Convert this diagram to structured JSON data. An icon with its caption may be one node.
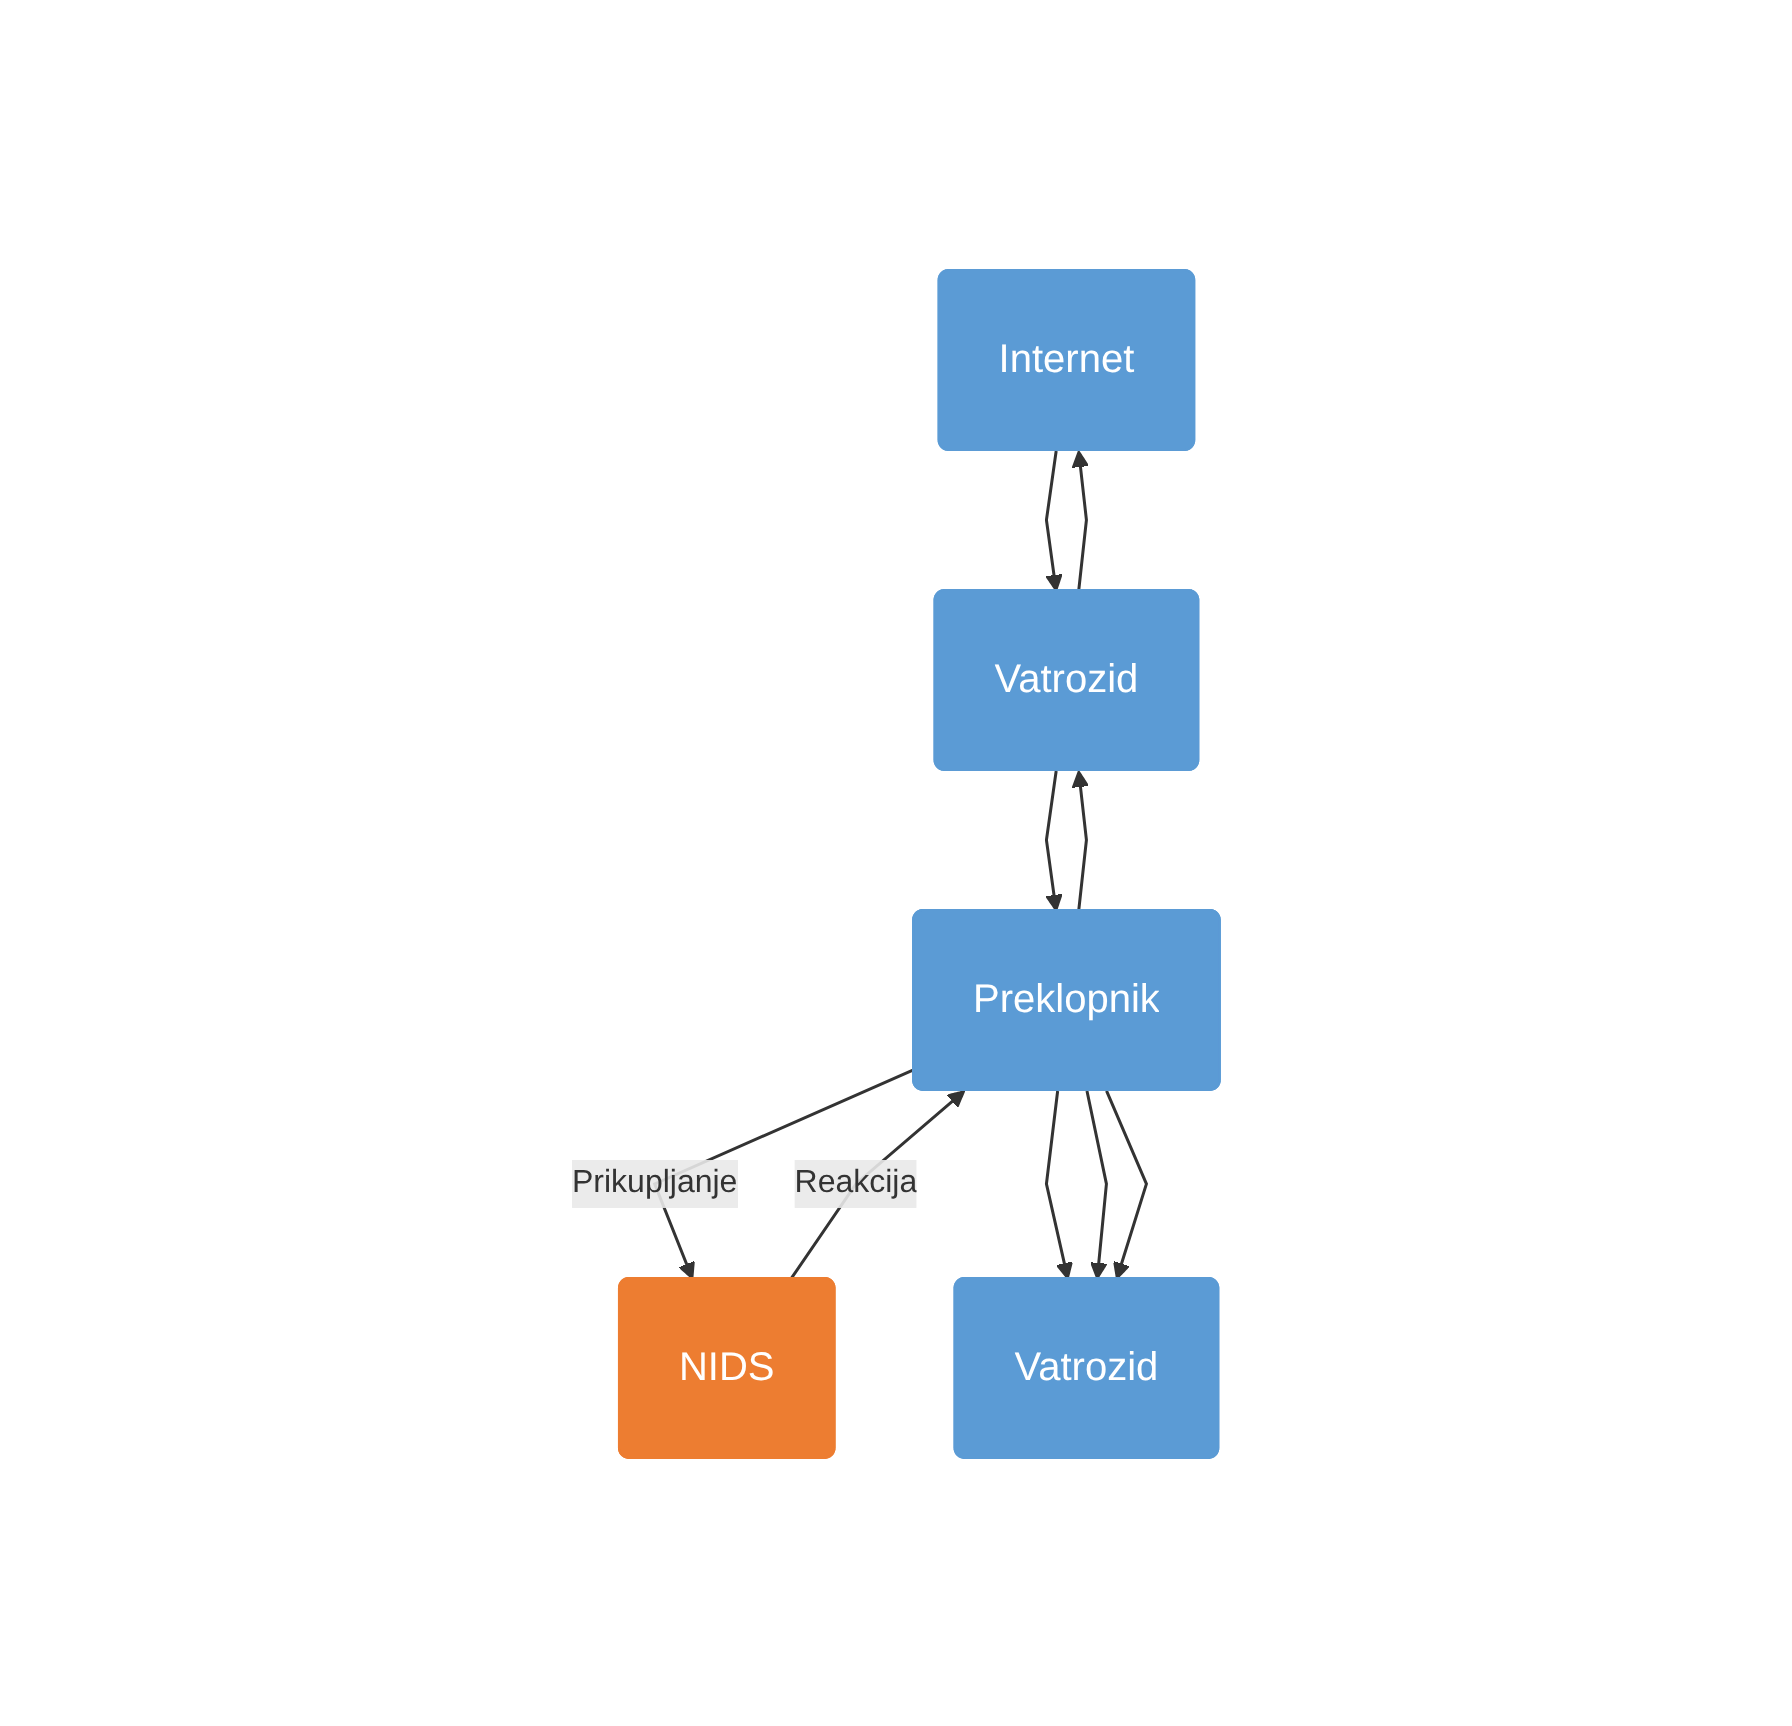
{
  "diagram": {
    "nodes": [
      {
        "text": [
          "Internet"
        ]
      },
      {
        "text": [
          "Vatrozid"
        ]
      },
      {
        "text": [
          "Preklopnik"
        ]
      },
      {
        "text": [
          "NIDS"
        ]
      },
      {
        "text": [
          "Vatrozid"
        ]
      }
    ],
    "edges": [
      {
        "from": 1,
        "to": 0,
        "arrow": "to"
      },
      {
        "from": 0,
        "to": 1,
        "arrow": "to"
      },
      {
        "from": 2,
        "to": 1,
        "arrow": "to"
      },
      {
        "from": 1,
        "to": 2,
        "arrow": "to"
      },
      {
        "from": 2,
        "to": 3,
        "arrow": "to",
        "label": "Prikupljanje"
      },
      {
        "from": 3,
        "to": 2,
        "arrow": "to",
        "label": "Reakcija"
      },
      {
        "from": 2,
        "to": 4,
        "arrow": "to"
      },
      {
        "from": 2,
        "to": 4,
        "arrow": "to"
      },
      {
        "from": 2,
        "to": 4,
        "arrow": "to"
      }
    ]
  }
}
